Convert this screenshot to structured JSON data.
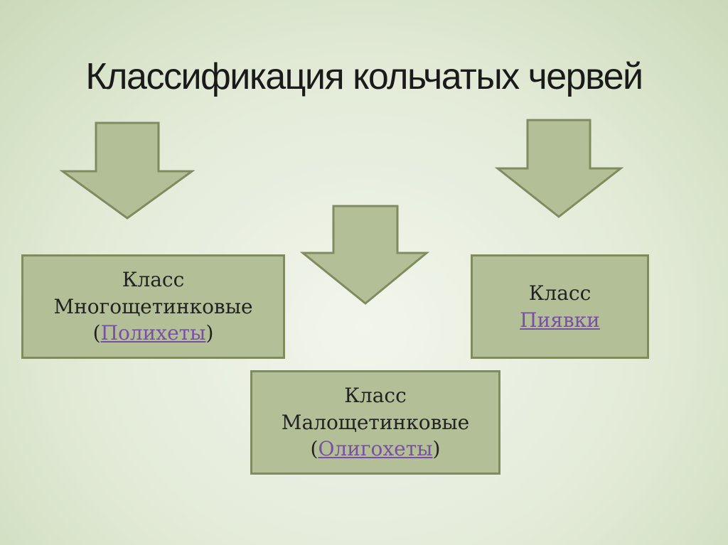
{
  "title": "Классификация  кольчатых червей",
  "boxes": {
    "polychaeta": {
      "line1": "Класс",
      "line2": "Многощетинковые",
      "open": "(",
      "link": "Полихеты",
      "close": ")"
    },
    "oligochaeta": {
      "line1": "Класс",
      "line2": "Малощетинковые",
      "open": "(",
      "link": "Олигохеты",
      "close": ")"
    },
    "leeches": {
      "line1": "Класс",
      "link": "Пиявки"
    }
  },
  "colors": {
    "arrow_fill": "#b3bf97",
    "arrow_stroke": "#808c5f",
    "box_fill": "#b3bf97",
    "link": "#7a4fa6"
  }
}
